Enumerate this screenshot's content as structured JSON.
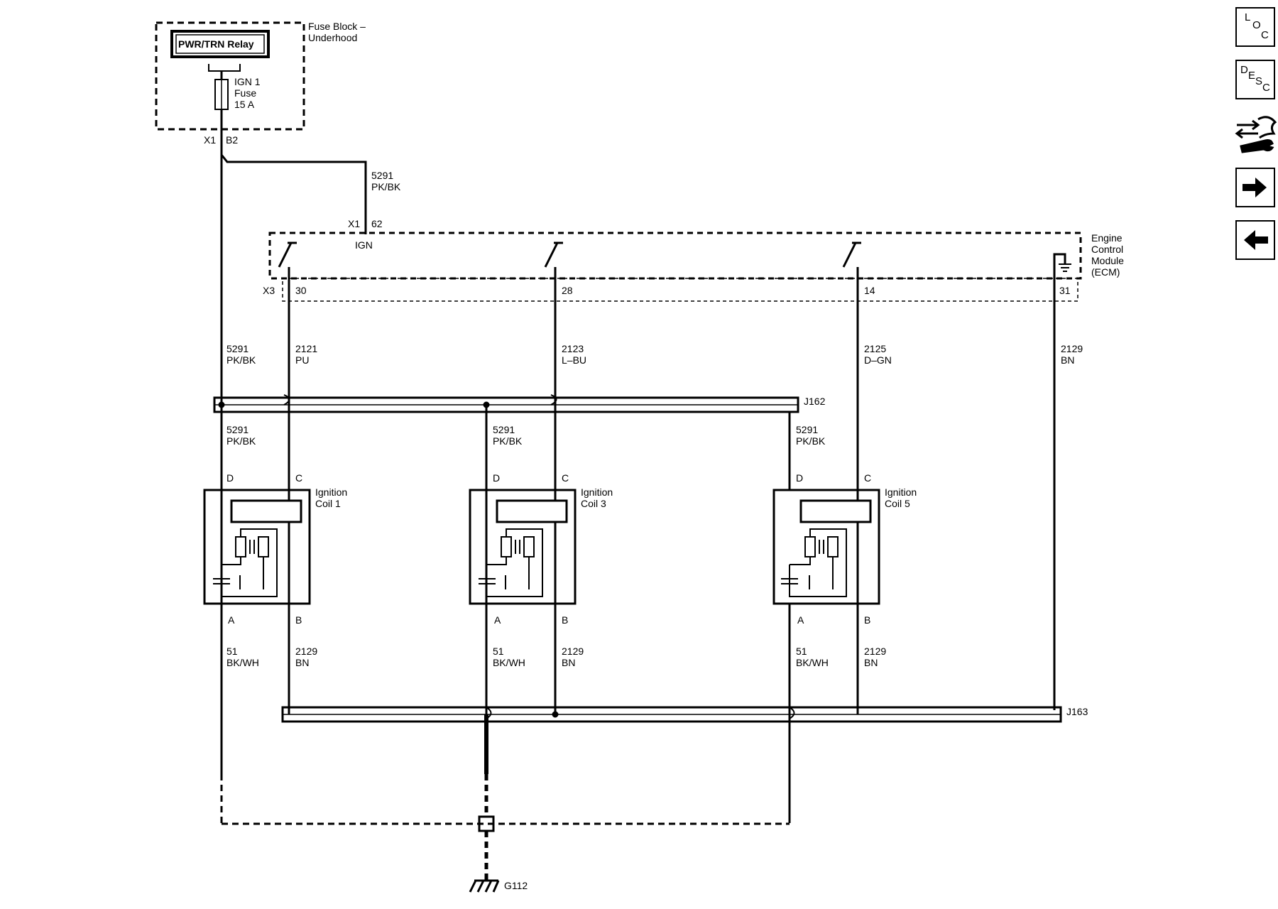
{
  "fuse_block": {
    "title_line1": "Fuse Block –",
    "title_line2": "Underhood",
    "relay": "PWR/TRN Relay",
    "fuse_line1": "IGN 1",
    "fuse_line2": "Fuse",
    "fuse_line3": "15 A",
    "conn_x1": "X1",
    "conn_b2": "B2"
  },
  "feed": {
    "circuit": "5291",
    "color": "PK/BK"
  },
  "ecm": {
    "line1": "Engine",
    "line2": "Control",
    "line3": "Module",
    "line4": "(ECM)",
    "conn_x1": "X1",
    "pin_62": "62",
    "ign": "IGN",
    "conn_x3": "X3",
    "pin_30": "30",
    "pin_28": "28",
    "pin_14": "14",
    "pin_31": "31"
  },
  "wires_top": [
    {
      "circuit": "5291",
      "color": "PK/BK"
    },
    {
      "circuit": "2121",
      "color": "PU"
    },
    {
      "circuit": "2123",
      "color": "L–BU"
    },
    {
      "circuit": "2125",
      "color": "D–GN"
    },
    {
      "circuit": "2129",
      "color": "BN"
    }
  ],
  "splices": {
    "j162": "J162",
    "j163": "J163"
  },
  "coils": [
    {
      "name_line1": "Ignition",
      "name_line2": "Coil 1",
      "pin_d": "D",
      "pin_c": "C",
      "pin_a": "A",
      "pin_b": "B",
      "feed_circuit": "5291",
      "feed_color": "PK/BK",
      "gnd_circuit": "51",
      "gnd_color": "BK/WH",
      "ret_circuit": "2129",
      "ret_color": "BN"
    },
    {
      "name_line1": "Ignition",
      "name_line2": "Coil 3",
      "pin_d": "D",
      "pin_c": "C",
      "pin_a": "A",
      "pin_b": "B",
      "feed_circuit": "5291",
      "feed_color": "PK/BK",
      "gnd_circuit": "51",
      "gnd_color": "BK/WH",
      "ret_circuit": "2129",
      "ret_color": "BN"
    },
    {
      "name_line1": "Ignition",
      "name_line2": "Coil 5",
      "pin_d": "D",
      "pin_c": "C",
      "pin_a": "A",
      "pin_b": "B",
      "feed_circuit": "5291",
      "feed_color": "PK/BK",
      "gnd_circuit": "51",
      "gnd_color": "BK/WH",
      "ret_circuit": "2129",
      "ret_color": "BN"
    }
  ],
  "ground": {
    "label": "G112"
  },
  "nav": {
    "loc": {
      "l": "L",
      "o": "O",
      "c": "C"
    },
    "desc": {
      "d": "D",
      "e": "E",
      "s": "S",
      "c": "C"
    },
    "icons": [
      "loc-icon",
      "desc-icon",
      "connector-repair-icon",
      "next-arrow-icon",
      "previous-arrow-icon"
    ]
  }
}
